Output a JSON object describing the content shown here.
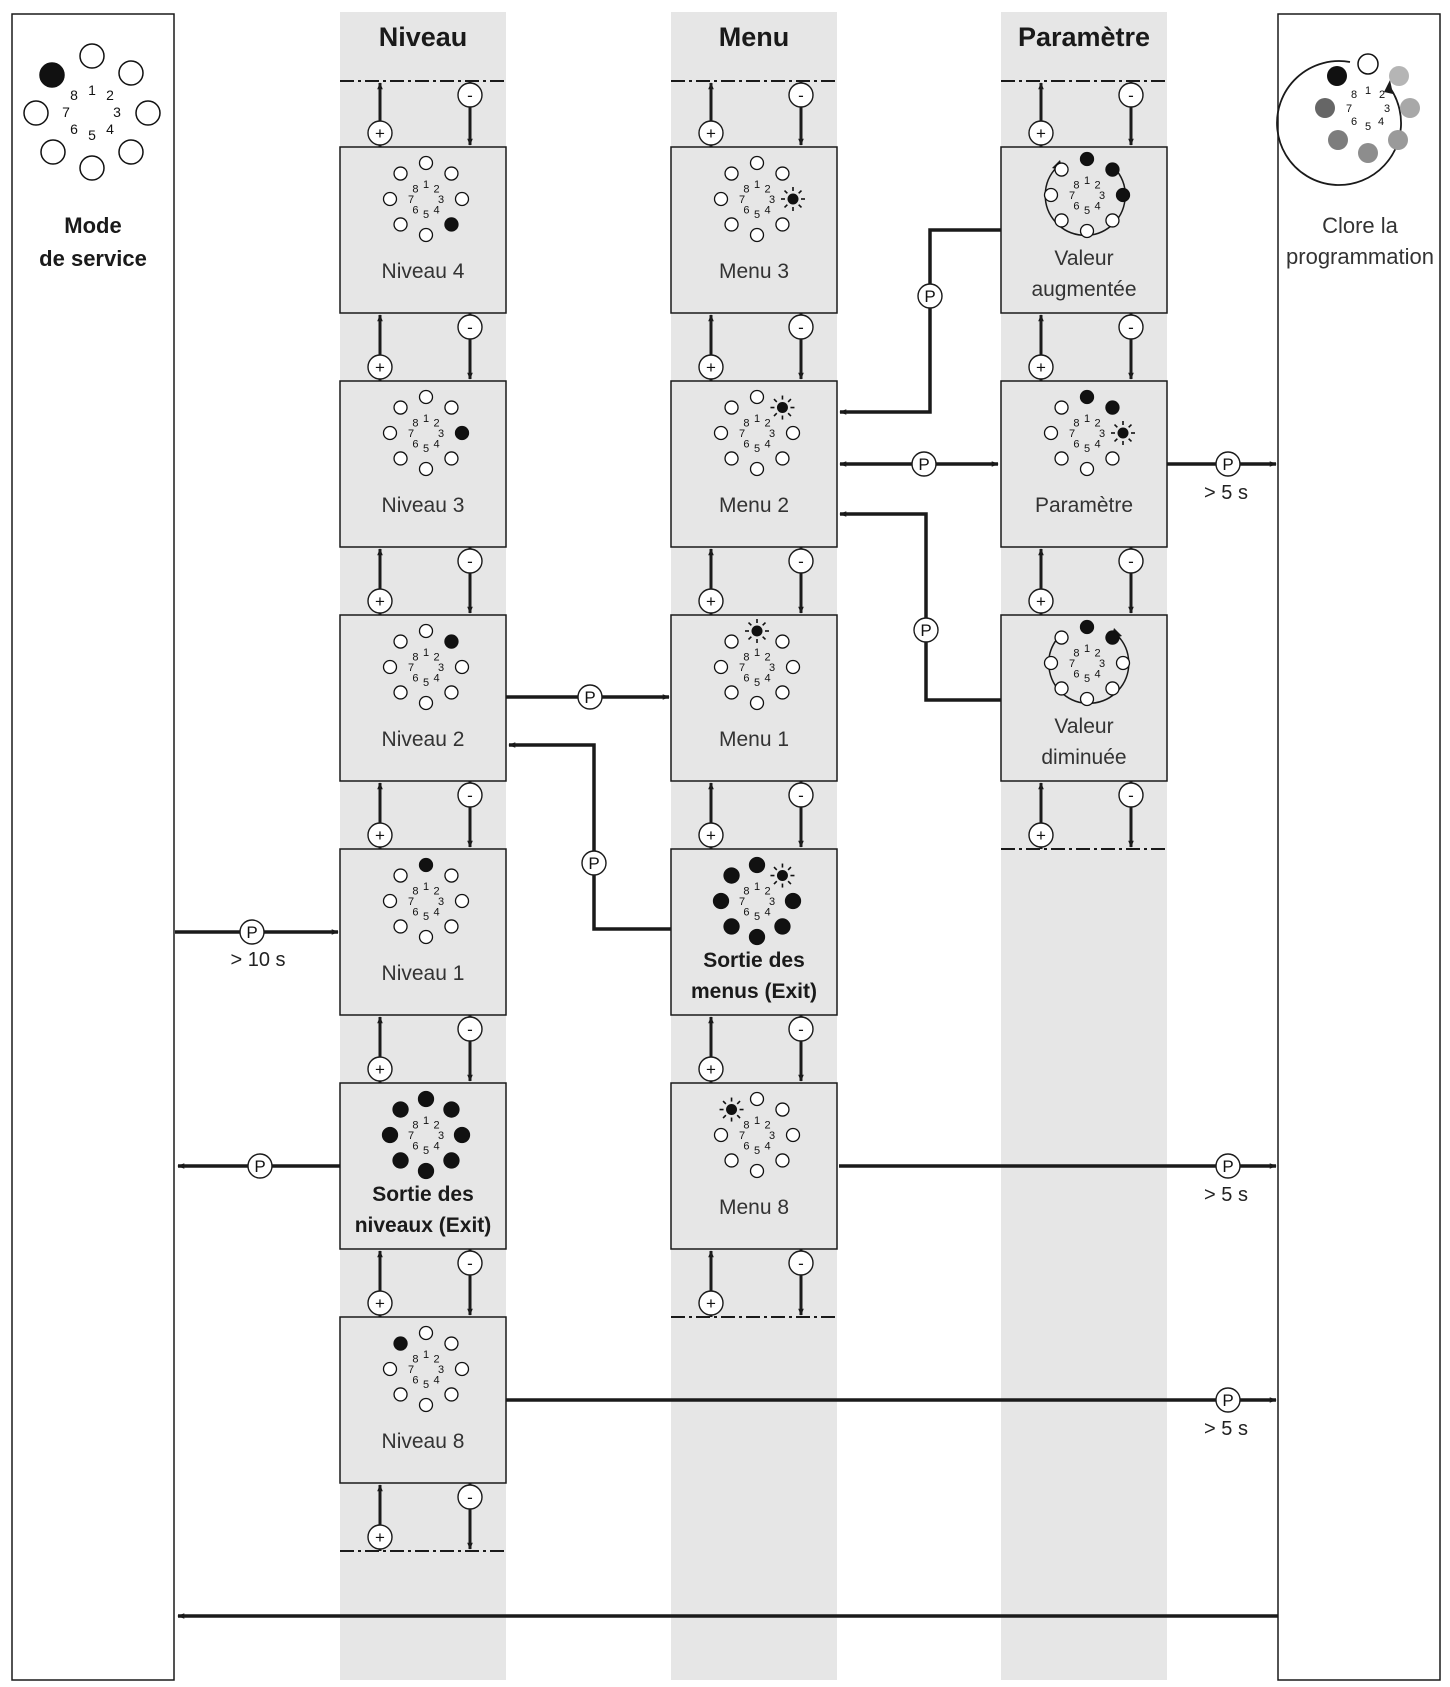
{
  "columns": {
    "level": "Niveau",
    "menu": "Menu",
    "parameter": "Paramètre"
  },
  "left_panel": {
    "line1": "Mode",
    "line2": "de service",
    "led_numbers": [
      "1",
      "2",
      "3",
      "4",
      "5",
      "6",
      "7",
      "8"
    ]
  },
  "right_panel": {
    "line1": "Clore la",
    "line2": "programmation"
  },
  "boxes": {
    "niveau4": "Niveau 4",
    "niveau3": "Niveau 3",
    "niveau2": "Niveau 2",
    "niveau1": "Niveau 1",
    "sortie_niveaux": [
      "Sortie des",
      "niveaux (Exit)"
    ],
    "niveau8": "Niveau 8",
    "menu3": "Menu 3",
    "menu2": "Menu 2",
    "menu1": "Menu 1",
    "sortie_menus": [
      "Sortie des",
      "menus (Exit)"
    ],
    "menu8": "Menu 8",
    "valeur_augmentee": [
      "Valeur",
      "augmentée"
    ],
    "parametre": "Paramètre",
    "valeur_diminuee": [
      "Valeur",
      "diminuée"
    ]
  },
  "buttons": {
    "plus": "+",
    "minus": "-",
    "p": "P"
  },
  "durations": {
    "gt10": "> 10 s",
    "gt5": "> 5 s"
  },
  "colors": {
    "column_band": "#e6e6e6",
    "box_fill": "#e6e6e6",
    "line": "#1a1a1a",
    "led_on": "#111111",
    "led_off": "#ffffff"
  }
}
